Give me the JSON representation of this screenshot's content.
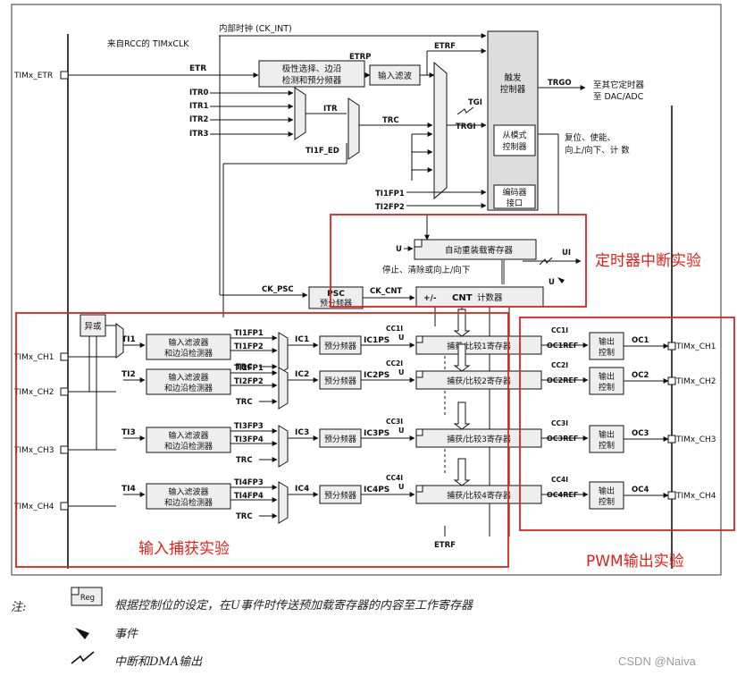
{
  "signals": {
    "ck_int": "内部时钟 (CK_INT)",
    "rcc": "来自RCC的 TIMxCLK",
    "etr": "ETR",
    "etrp": "ETRP",
    "etrf": "ETRF",
    "itr0": "ITR0",
    "itr1": "ITR1",
    "itr2": "ITR2",
    "itr3": "ITR3",
    "itr": "ITR",
    "trc": "TRC",
    "tgi": "TGI",
    "trgi": "TRGI",
    "ti1f_ed": "TI1F_ED",
    "ti1fp1_in": "TI1FP1",
    "ti2fp2_in": "TI2FP2",
    "trgo": "TRGO",
    "ui": "UI",
    "u": "U",
    "ck_psc": "CK_PSC",
    "ck_cnt": "CK_CNT",
    "etrf_bottom": "ETRF",
    "xor": "异或"
  },
  "blocks": {
    "polarity": "极性选择、边沿检测和预分频器",
    "input_filter": "输入滤波",
    "trigger": "触发控制器",
    "slave": "从模式控制器",
    "encoder": "编码器接口",
    "arr": "自动重装载寄存器",
    "stop": "停止、清除或向上/向下",
    "psc": "PSC",
    "psc_sub": "预分频器",
    "cnt_pm": "+/-",
    "cnt": "CNT",
    "cnt_sub": "计数器",
    "filter_edge_1": "输入滤波器",
    "filter_edge_2": "和边沿检测器",
    "prescaler": "预分频器",
    "out_ctrl_1": "输出",
    "out_ctrl_2": "控制"
  },
  "annotations": {
    "trgo_to": "至其它定时器",
    "trgo_dac": "至 DAC/ADC",
    "reset_line1": "复位、使能、",
    "reset_line2": "向上/向下、计 数"
  },
  "pins_left": [
    "TIMx_ETR",
    "TIMx_CH1",
    "TIMx_CH2",
    "TIMx_CH3",
    "TIMx_CH4"
  ],
  "pins_right": [
    "TIMx_CH1",
    "TIMx_CH2",
    "TIMx_CH3",
    "TIMx_CH4"
  ],
  "channels": [
    {
      "ti": "TI1",
      "fpa": "TI1FP1",
      "fpb": "TI1FP2",
      "ic": "IC1",
      "icps": "IC1PS",
      "cci": "CC1I",
      "reg": "捕获/比较1寄存器",
      "ocref": "OC1REF",
      "oc": "OC1"
    },
    {
      "ti": "TI2",
      "fpa": "TI2FP1",
      "fpb": "TI2FP2",
      "ic": "IC2",
      "icps": "IC2PS",
      "cci": "CC2I",
      "reg": "捕获/比较2寄存器",
      "ocref": "OC2REF",
      "oc": "OC2"
    },
    {
      "ti": "TI3",
      "fpa": "TI3FP3",
      "fpb": "TI3FP4",
      "ic": "IC3",
      "icps": "IC3PS",
      "cci": "CC3I",
      "reg": "捕获/比较3寄存器",
      "ocref": "OC3REF",
      "oc": "OC3"
    },
    {
      "ti": "TI4",
      "fpa": "TI4FP3",
      "fpb": "TI4FP4",
      "ic": "IC4",
      "icps": "IC4PS",
      "cci": "CC4I",
      "reg": "捕获/比较4寄存器",
      "ocref": "OC4REF",
      "oc": "OC4"
    }
  ],
  "overlays": {
    "timer_interrupt": "定时器中断实验",
    "input_capture": "输入捕获实验",
    "pwm_output": "PWM输出实验",
    "color": "#e0211b"
  },
  "legend": {
    "label": "注:",
    "reg_box": "Reg",
    "reg_text": "根据控制位的设定，在U事件时传送预加载寄存器的内容至工作寄存器",
    "event_text": "事件",
    "irq_text": "中断和DMA输出"
  },
  "watermark": "CSDN @Naiva"
}
